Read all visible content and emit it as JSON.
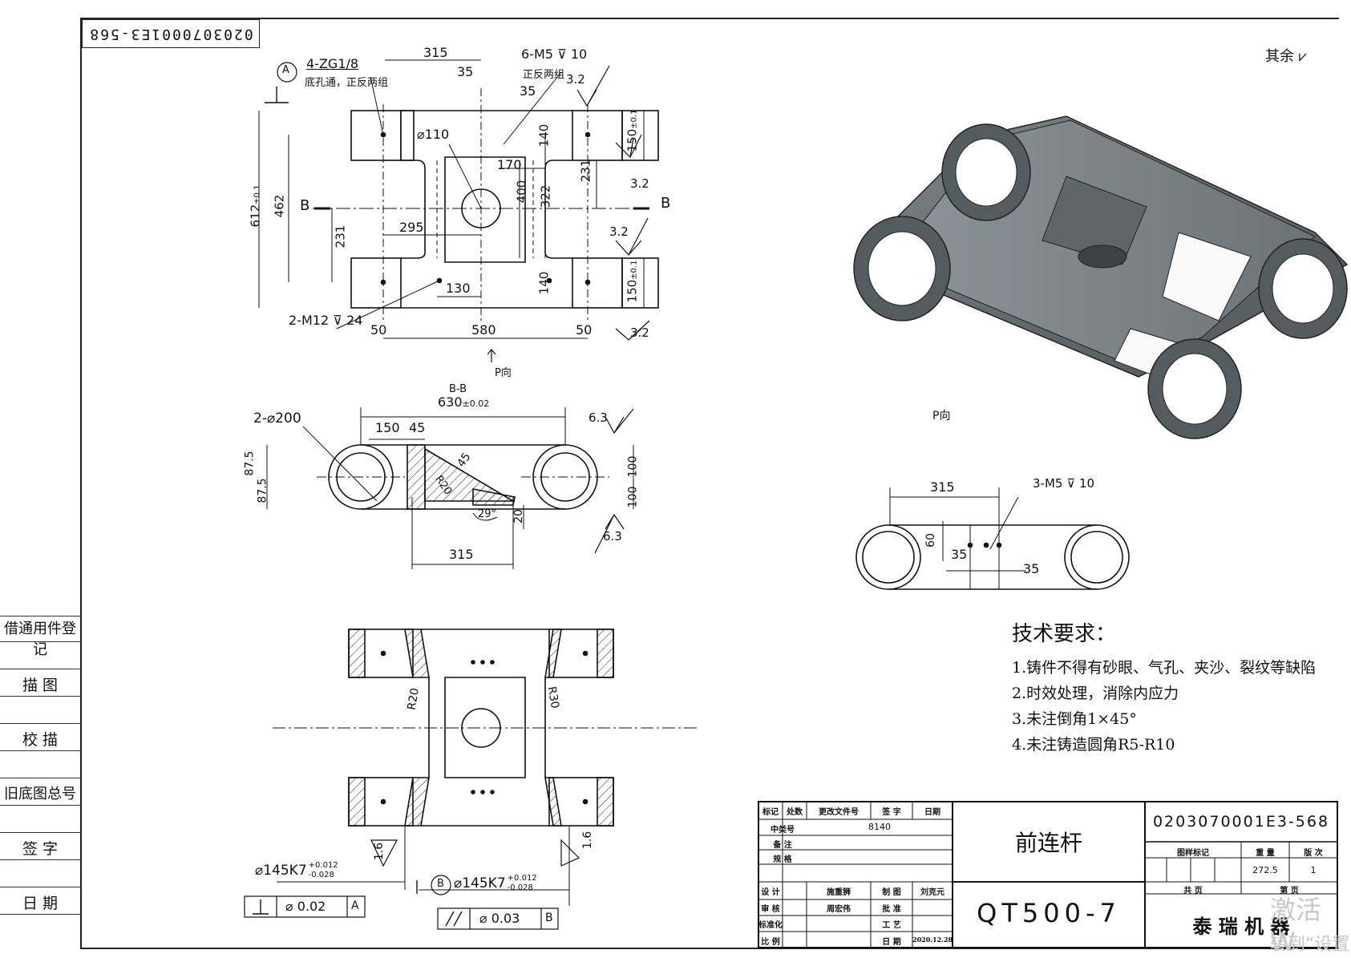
{
  "drawing_number_rotated": "0203070001E3-568",
  "surface_roughness_note": "其余",
  "side_table": {
    "rows": [
      "借通用件登记",
      "描 图",
      "校 描",
      "旧底图总号",
      "签 字",
      "日 期"
    ]
  },
  "plan_view": {
    "note_a_label": "A",
    "thread_note_1": "4-ZG1/8",
    "thread_note_2": "底孔通，正反两组",
    "m5_note": "6-M5",
    "m5_depth": "10",
    "m5_note_2": "正反两组",
    "m12_note": "2-M12",
    "m12_depth": "24",
    "section_label_left": "B",
    "section_label_right": "B",
    "dims": {
      "d315": "315",
      "d35a": "35",
      "d35b": "35",
      "d110": "⌀110",
      "d170": "170",
      "d140a": "140",
      "d140b": "140",
      "d231a": "231",
      "d231b": "231",
      "d400": "400",
      "d322": "322",
      "d295": "295",
      "d130": "130",
      "d462": "462",
      "d612": "612",
      "d612tol": "±0.1",
      "d150a": "150",
      "d150b": "150",
      "d150tol": "±0.1",
      "d50a": "50",
      "d580": "580",
      "d50b": "50",
      "r32a": "3.2",
      "r32b": "3.2",
      "r32c": "3.2",
      "r32d": "3.2"
    },
    "p_direction": "P向"
  },
  "section_bb": {
    "label": "B-B",
    "d630": "630",
    "d630tol": "±0.02",
    "d200": "2-⌀200",
    "d150": "150",
    "d45": "45",
    "d45b": "45",
    "d20r": "R20",
    "d29": "29°",
    "d20": "20",
    "d315": "315",
    "d87a": "87.5",
    "d87b": "87.5",
    "d100a": "100",
    "d100b": "100",
    "r63a": "6.3",
    "r63b": "6.3"
  },
  "p_view": {
    "label": "P向",
    "d315": "315",
    "d60": "60",
    "d35a": "35",
    "d35b": "35",
    "m5_note": "3-M5",
    "m5_depth": "10"
  },
  "bottom_view": {
    "r20": "R20",
    "r30": "R30",
    "r16a": "1.6",
    "r16b": "1.6",
    "bore_left": "⌀145K7",
    "bore_right": "⌀145K7",
    "tol_upper": "+0.012",
    "tol_lower": "-0.028",
    "datum_b": "B",
    "fcf1_value": "⌀ 0.02",
    "fcf1_datum": "A",
    "fcf2_value": "⌀ 0.03",
    "fcf2_datum": "B"
  },
  "tech_requirements": {
    "title": "技术要求：",
    "items": [
      "1.铸件不得有砂眼、气孔、夹沙、裂纹等缺陷",
      "2.时效处理，消除内应力",
      "3.未注倒角1×45°",
      "4.未注铸造圆角R5-R10"
    ]
  },
  "title_block": {
    "headers": [
      "标记",
      "处数",
      "更改文件号",
      "签 字",
      "日期"
    ],
    "row_labels": [
      "中类号",
      "备 注",
      "规 格",
      "设 计",
      "审 核",
      "标准化",
      "比 例"
    ],
    "middle_labels": [
      "制 图",
      "批 准",
      "工 艺",
      "日 期"
    ],
    "code_value": "8140",
    "designer": "施重狮",
    "reviewer": "周宏伟",
    "drafter": "刘克元",
    "date_value": "2020.12.28",
    "part_name": "前连杆",
    "material": "QT500-7",
    "drawing_number": "0203070001E3-568",
    "mark_label": "图样标记",
    "weight_label": "重 量",
    "version_label": "版 次",
    "weight_value": "272.5",
    "version_value": "1",
    "total_pages_label": "共 页",
    "page_label": "第 页",
    "company": "泰 瑞 机 器"
  },
  "watermark": {
    "line1": "激活 W",
    "line2": "转到“设置"
  }
}
